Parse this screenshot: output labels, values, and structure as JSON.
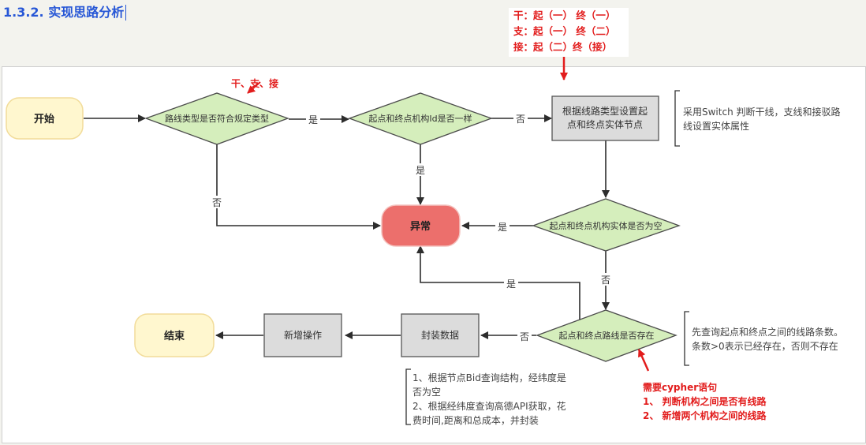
{
  "title": "1.3.2. 实现思路分析",
  "top_note": [
    "干：起（一） 终（一）",
    "支：起（一） 终（二）",
    "接：起（二）终（接）"
  ],
  "types_note": "干、支、接",
  "nodes": {
    "start": "开始",
    "end": "结束",
    "error": "异常",
    "decision1": "路线类型是否符合规定类型",
    "decision2": "起点和终点机构Id是否一样",
    "decision3": "起点和终点机构实体是否为空",
    "decision4": "起点和终点路线是否存在",
    "process1_line1": "根据线路类型设置起",
    "process1_line2": "点和终点实体节点",
    "process2": "封装数据",
    "process3": "新增操作"
  },
  "edge_labels": {
    "d1_yes": "是",
    "d1_no": "否",
    "d2_no": "否",
    "d2_yes": "是",
    "d3_yes": "是",
    "d3_no": "否",
    "d4_yes": "是",
    "d4_no": "否"
  },
  "notes": {
    "switch": [
      "采用Switch 判断干线，支线和接驳路",
      "线设置实体属性"
    ],
    "count": [
      "先查询起点和终点之间的线路条数。",
      "条数>0表示已经存在，否则不存在"
    ],
    "bid": [
      "1、根据节点Bid查询结构，经纬度是",
      "否为空",
      "2、根据经纬度查询高德API获取，花",
      "费时间,距离和总成本，并封装"
    ],
    "cypher": [
      "需要cypher语句",
      "1、 判断机构之间是否有线路",
      "2、 新增两个机构之间的线路"
    ]
  },
  "colors": {
    "title": "#2757d6",
    "annotation_red": "#e21c1c",
    "terminal_fill": "#fff7cf",
    "decision_fill": "#d5eebc",
    "process_fill": "#dcdcdc",
    "error_fill": "#ec6f6c"
  }
}
